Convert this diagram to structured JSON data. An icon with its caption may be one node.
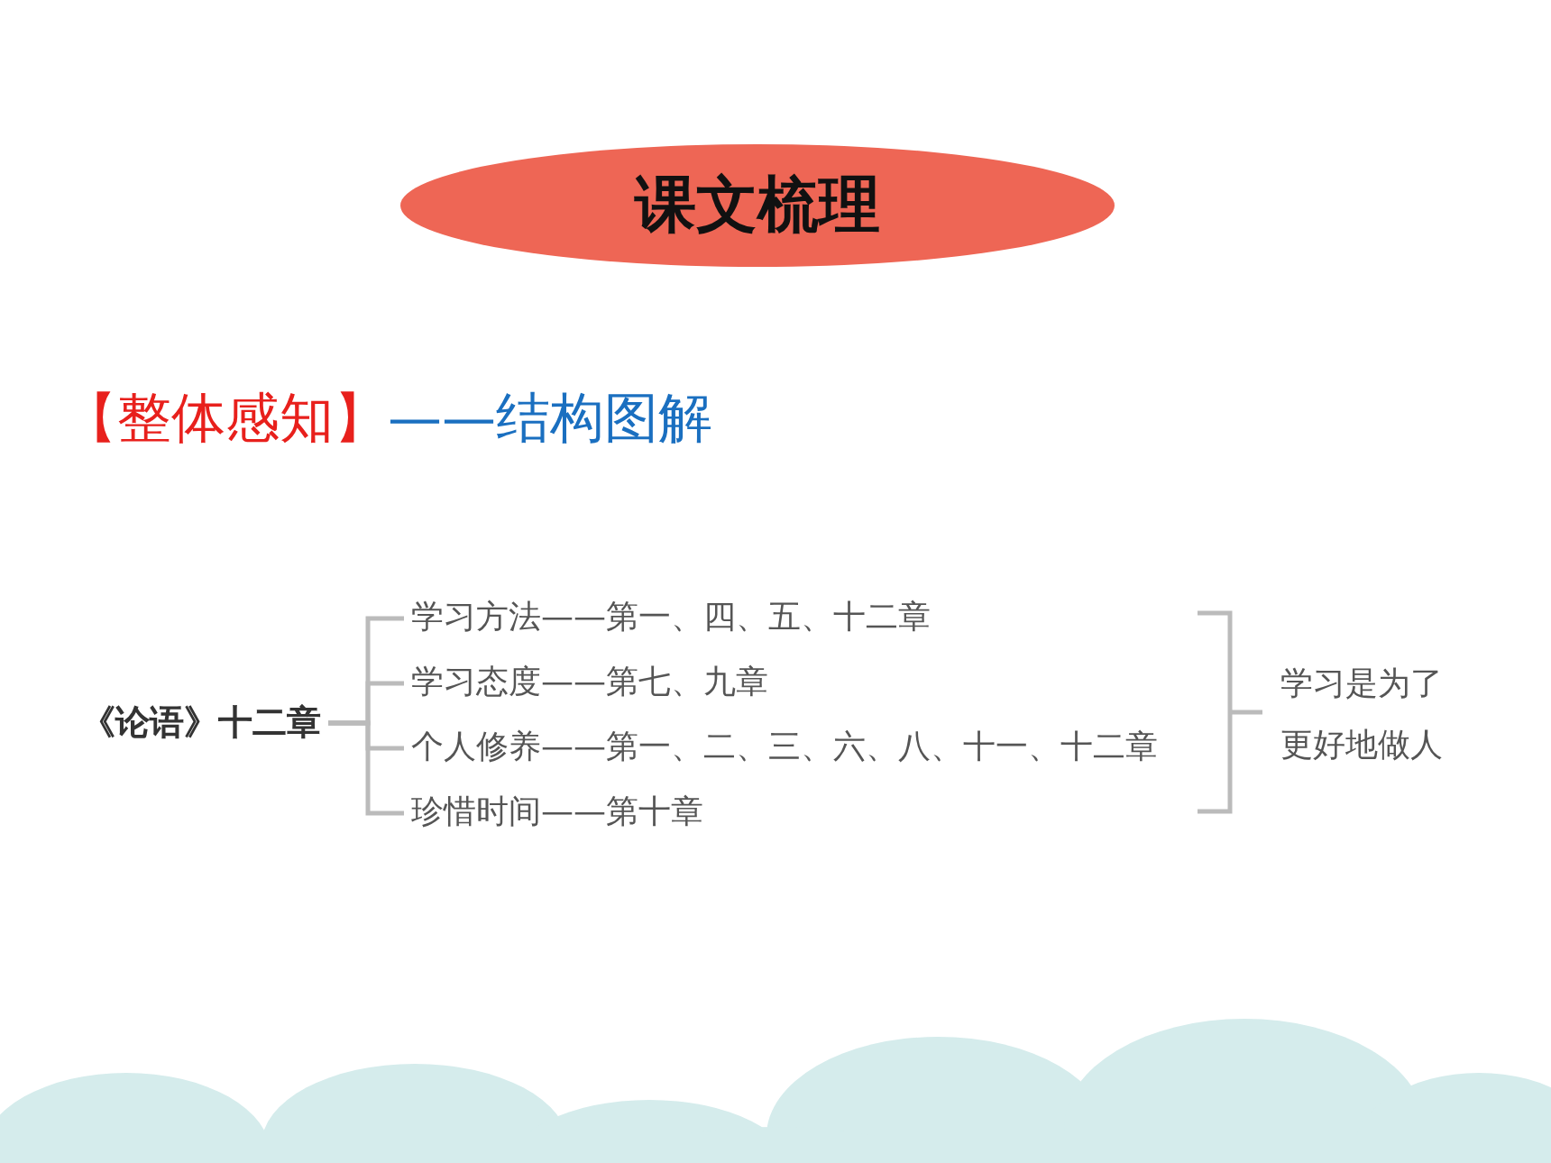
{
  "diagram": {
    "nodes": [
      {
        "text": [
          "课文梳理"
        ]
      },
      {
        "text": [
          "《论语》十二章"
        ]
      },
      {
        "text": [
          "学习方法——第一、四、五、十二章"
        ]
      },
      {
        "text": [
          "学习态度——第七、九章"
        ]
      },
      {
        "text": [
          "个人修养——第一、二、三、六、八、十一、十二章"
        ]
      },
      {
        "text": [
          "珍惜时间——第十章"
        ]
      },
      {
        "text": [
          "学习是为了更好地做人"
        ]
      }
    ],
    "edges": [
      {
        "from": 1,
        "to": 2,
        "arrow": "none"
      },
      {
        "from": 1,
        "to": 3,
        "arrow": "none"
      },
      {
        "from": 1,
        "to": 4,
        "arrow": "none"
      },
      {
        "from": 1,
        "to": 5,
        "arrow": "none"
      }
    ],
    "labels": [
      "【整体感知】",
      "——结构图解"
    ]
  }
}
